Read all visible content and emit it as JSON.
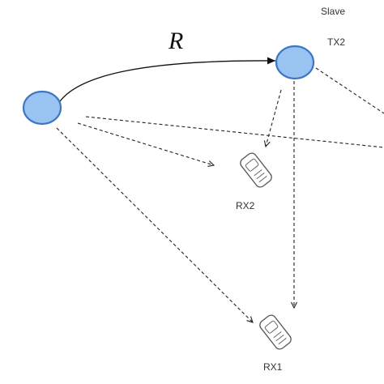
{
  "labels": {
    "link_symbol": "R",
    "slave": "Slave",
    "tx2": "TX2",
    "rx2": "RX2",
    "rx1": "RX1"
  },
  "icons": {
    "transmitter": "blue-ellipse-node",
    "receiver": "mobile-phone-icon"
  },
  "colors": {
    "node_fill": "#99c4f2",
    "node_stroke": "#3e78c2",
    "line": "#222222"
  }
}
